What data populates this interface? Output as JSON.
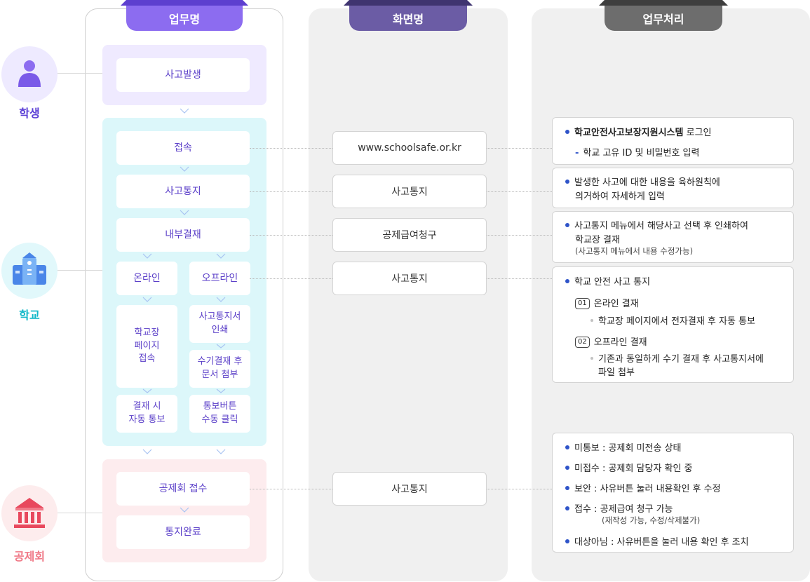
{
  "headers": {
    "task": "업무명",
    "screen": "화면명",
    "process": "업무처리"
  },
  "colors": {
    "task_header": "#8c6cf0",
    "screen_header": "#6b5ca5",
    "process_header": "#6d6d6d",
    "student_group": "#efeaff",
    "school_group": "#dcf7fa",
    "union_group": "#fdecee",
    "student_label": "#5b3fd6",
    "school_label": "#11b8c8",
    "union_label": "#f07a88"
  },
  "actors": {
    "student": "학생",
    "school": "학교",
    "union": "공제회"
  },
  "flow": {
    "accident": "사고발생",
    "connect": "접속",
    "notify": "사고통지",
    "approval": "내부결재",
    "online": "온라인",
    "offline": "오프라인",
    "school_page": "학교장\n페이지\n접속",
    "print_notice": "사고통지서\n인쇄",
    "manual_approval": "수기결재 후\n문서 첨부",
    "auto_notify": "결재 시\n자동 통보",
    "manual_click": "통보버튼\n수동 클릭",
    "union_receipt": "공제회 접수",
    "complete": "통지완료"
  },
  "screens": {
    "site": "www.schoolsafe.or.kr",
    "s2": "사고통지",
    "s3": "공제급여청구",
    "s4": "사고통지",
    "s5": "사고통지"
  },
  "process": {
    "card1": {
      "title_bold": "학교안전사고보장지원시스템",
      "title_rest": " 로그인",
      "sub": "학교 고유 ID 및 비밀번호 입력"
    },
    "card2": {
      "line1": "발생한 사고에 대한 내용을 육하원칙에",
      "line2": "의거하여 자세하게 입력"
    },
    "card3": {
      "line1": "사고통지 메뉴에서 해당사고 선택 후 인쇄하여",
      "line2": "학교장 결재",
      "note": "(사고통지 메뉴에서 내용 수정가능)"
    },
    "card4": {
      "title": "학교 안전 사고 통지",
      "n1": "01",
      "online_title": "온라인 결재",
      "online_desc": "학교장 페이지에서 전자결재 후 자동 통보",
      "n2": "02",
      "offline_title": "오프라인 결재",
      "offline_desc1": "기존과 동일하게 수기 결재 후 사고통지서에",
      "offline_desc2": "파일 첨부"
    },
    "card5": {
      "s1": "미통보 : 공제회 미전송 상태",
      "s2": "미접수 : 공제회 담당자 확인 중",
      "s3": "보안 : 사유버튼 눌러 내용확인 후 수정",
      "s4": "접수 : 공제급여 청구 가능",
      "s4_note": "(재작성 가능, 수정/삭제불가)",
      "s5": "대상아님 : 사유버튼을 눌러 내용 확인 후 조치"
    }
  }
}
